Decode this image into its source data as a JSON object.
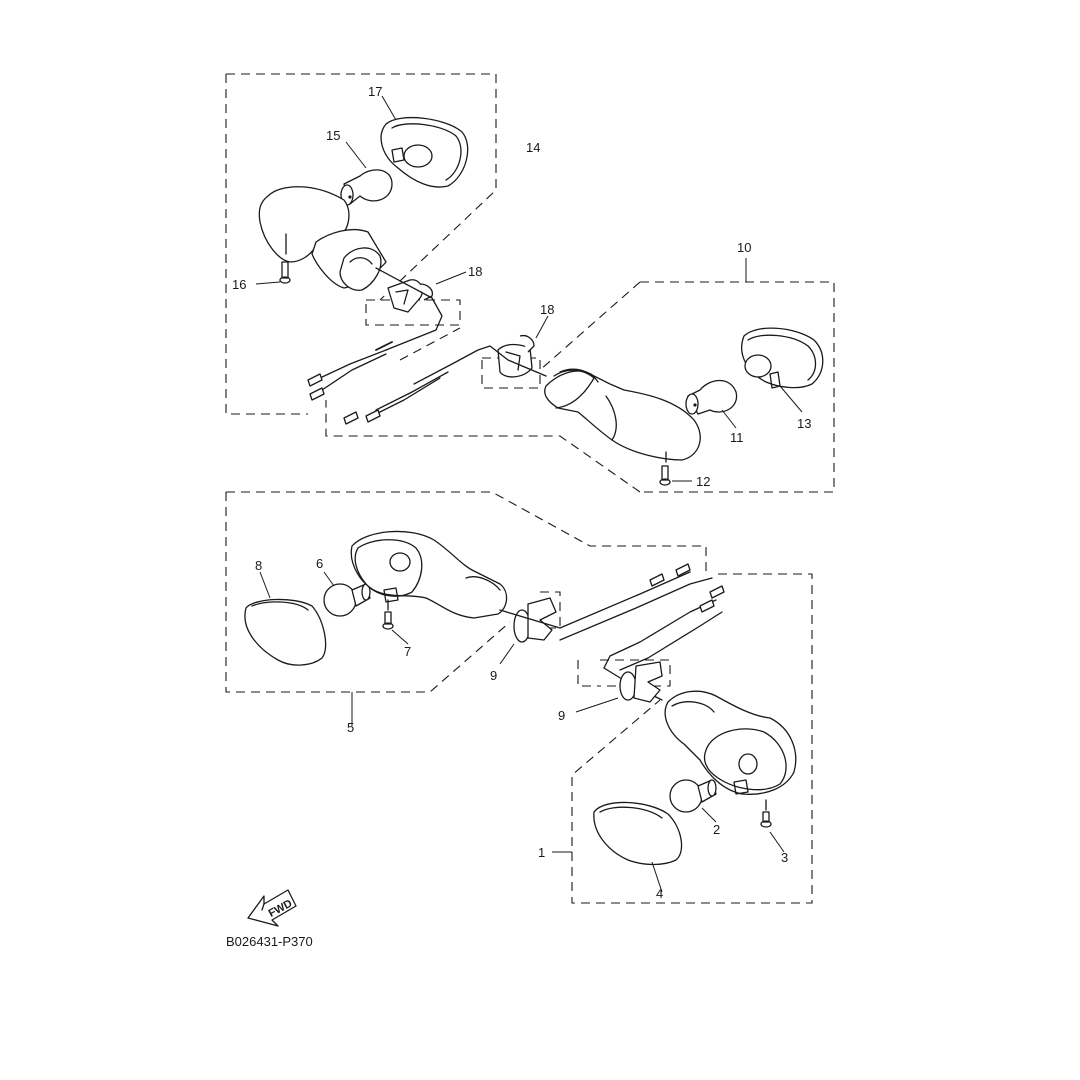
{
  "labels": {
    "l1": "1",
    "l2": "2",
    "l3": "3",
    "l4": "4",
    "l5": "5",
    "l6": "6",
    "l7": "7",
    "l8": "8",
    "l9a": "9",
    "l9b": "9",
    "l10": "10",
    "l11": "11",
    "l12": "12",
    "l13": "13",
    "l14": "14",
    "l15": "15",
    "l16": "16",
    "l17": "17",
    "l18a": "18",
    "l18b": "18"
  },
  "direction_arrow": "FWD",
  "diagram_code": "B026431-P370"
}
